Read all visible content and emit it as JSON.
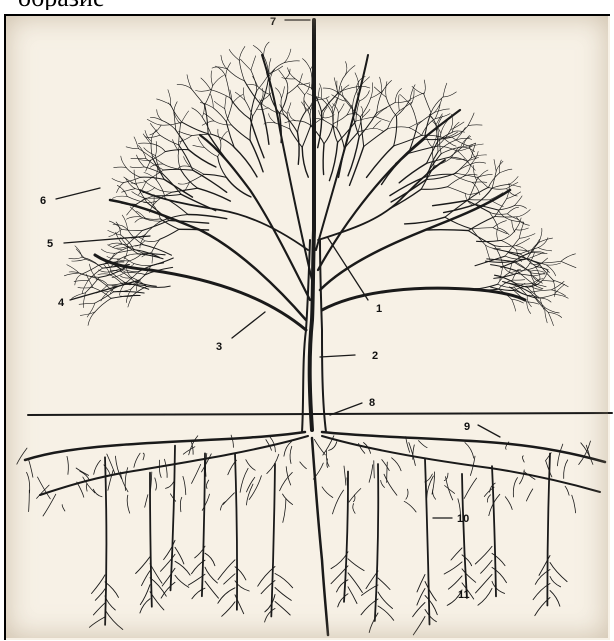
{
  "header_fragment": "образие",
  "labels": {
    "l1": "1",
    "l2": "2",
    "l3": "3",
    "l4": "4",
    "l5": "5",
    "l6": "6",
    "l7": "7",
    "l8": "8",
    "l9": "9",
    "l10": "10",
    "l11": "11"
  },
  "colors": {
    "background": "#f7f1e6",
    "ink": "#111111"
  }
}
